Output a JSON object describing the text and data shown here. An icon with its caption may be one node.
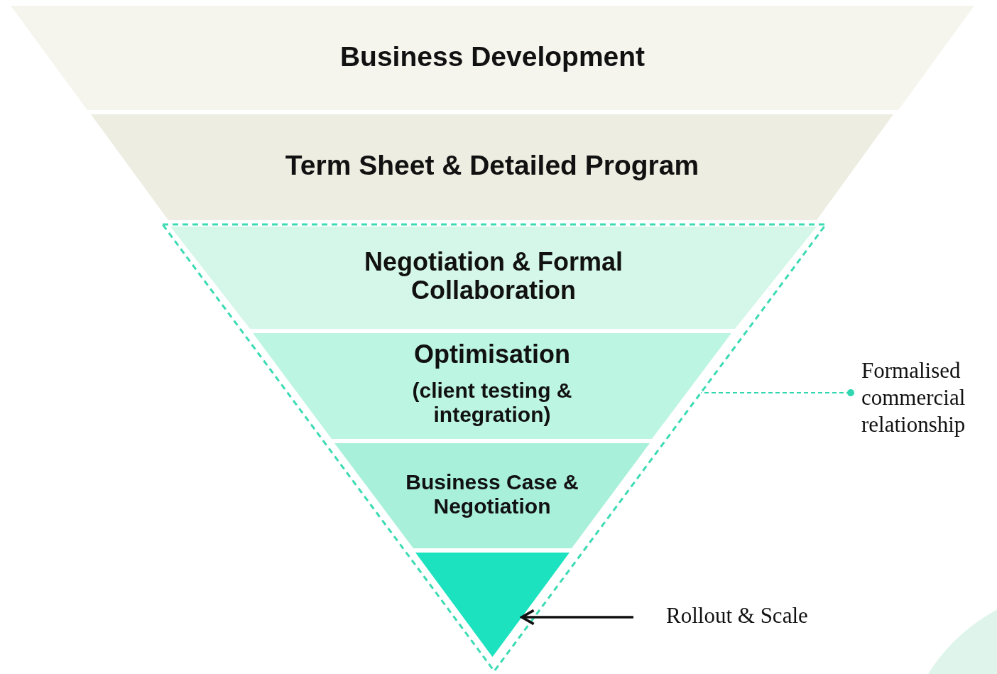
{
  "diagram": {
    "nodes": [
      {
        "text": [
          "Business Development"
        ]
      },
      {
        "text": [
          "Term Sheet & Detailed Program"
        ]
      },
      {
        "text": [],
        "shape": "triangle"
      },
      {
        "text": [
          "Negotiation & Formal Collaboration"
        ],
        "in": 2
      },
      {
        "text": [
          "Optimisation",
          "(client testing & integration)"
        ],
        "in": 2
      },
      {
        "text": [
          "Business Case & Negotiation"
        ],
        "in": 2
      },
      {
        "text": [],
        "shape": "triangle",
        "in": 2
      },
      {
        "text": [
          "Formalised commercial relationship"
        ]
      },
      {
        "text": [
          "Rollout & Scale"
        ]
      }
    ],
    "edges": [
      {
        "from": 7,
        "to": 2,
        "arrow": "other",
        "style": "dashed",
        "color": "#2fd6b0"
      },
      {
        "from": 8,
        "to": 6,
        "arrow": "to",
        "color": "#111111"
      }
    ]
  }
}
